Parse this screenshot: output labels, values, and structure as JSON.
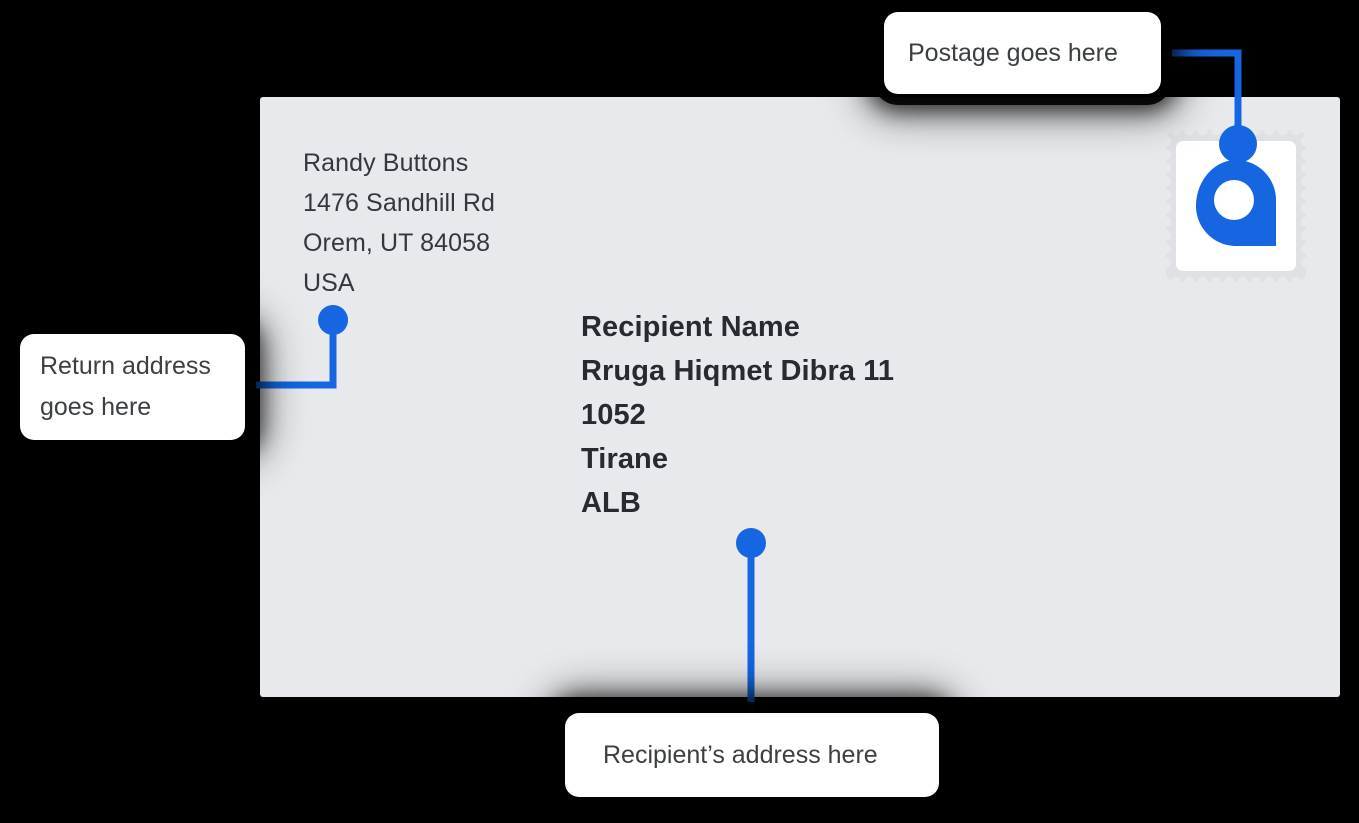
{
  "background_color": "#000000",
  "accent_color": "#1566e0",
  "envelope": {
    "name": "envelope",
    "fill_color": "#e7e9ec",
    "return_address": {
      "lines": [
        "Randy Buttons",
        "1476 Sandhill Rd",
        "Orem, UT 84058",
        "USA"
      ],
      "text_color": "#34383d"
    },
    "recipient_address": {
      "lines": [
        "Recipient Name",
        "Rruga Hiqmet Dibra 11",
        "1052",
        "Tirane",
        "ALB"
      ],
      "text_color": "#272b30"
    },
    "stamp": {
      "icon": "location-pin-stamp-icon",
      "border_color": "#dcdee1",
      "inner_color": "#ffffff",
      "logo_color": "#1566e0"
    }
  },
  "callouts": [
    {
      "id": "postage",
      "lines": [
        "Postage goes here"
      ],
      "connector": "postage-connector"
    },
    {
      "id": "return",
      "lines": [
        "Return address",
        "goes here"
      ],
      "connector": "return-address-connector"
    },
    {
      "id": "recipient",
      "lines": [
        "Recipient’s address here"
      ],
      "connector": "recipient-address-connector"
    }
  ]
}
